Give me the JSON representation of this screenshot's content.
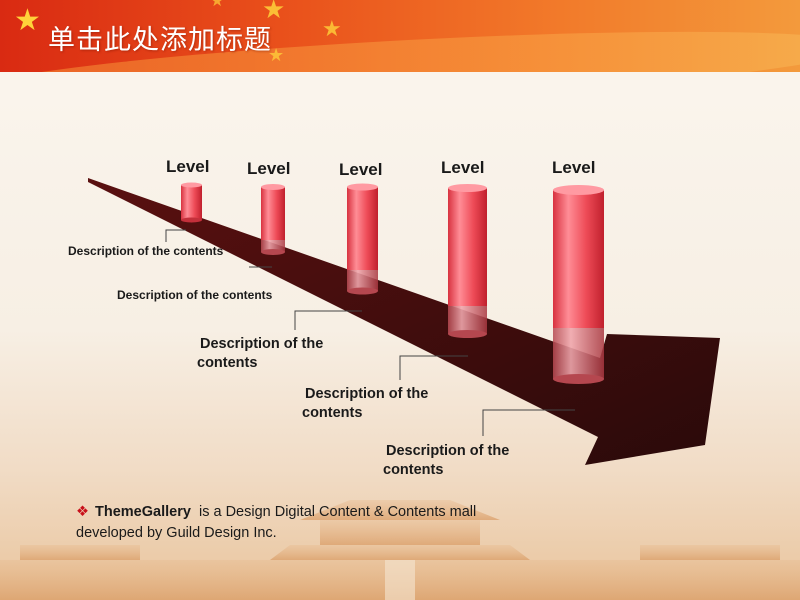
{
  "slide": {
    "title": "单击此处添加标题",
    "levels": [
      "Level",
      "Level",
      "Level",
      "Level",
      "Level"
    ],
    "descriptions": [
      {
        "line1": "Description of the contents"
      },
      {
        "line1": "Description  of  the contents"
      },
      {
        "line1": "Description of the",
        "line2": "contents"
      },
      {
        "line1": "Description of the",
        "line2": "contents"
      },
      {
        "line1": "Description of the",
        "line2": "contents"
      }
    ],
    "footer": {
      "brand": "ThemeGallery",
      "text_after_brand": "  is a Design Digital Content & Contents mall",
      "line2": "developed by Guild Design Inc."
    }
  },
  "colors": {
    "header_red": "#d92a12",
    "header_orange": "#f39a3c",
    "arrow": "#3e1010",
    "cylinder": "#ee4b57",
    "bullet": "#c8101a"
  },
  "icons": {
    "header_decoration": "star-icon",
    "bullet": "four-petal-bullet-icon"
  }
}
